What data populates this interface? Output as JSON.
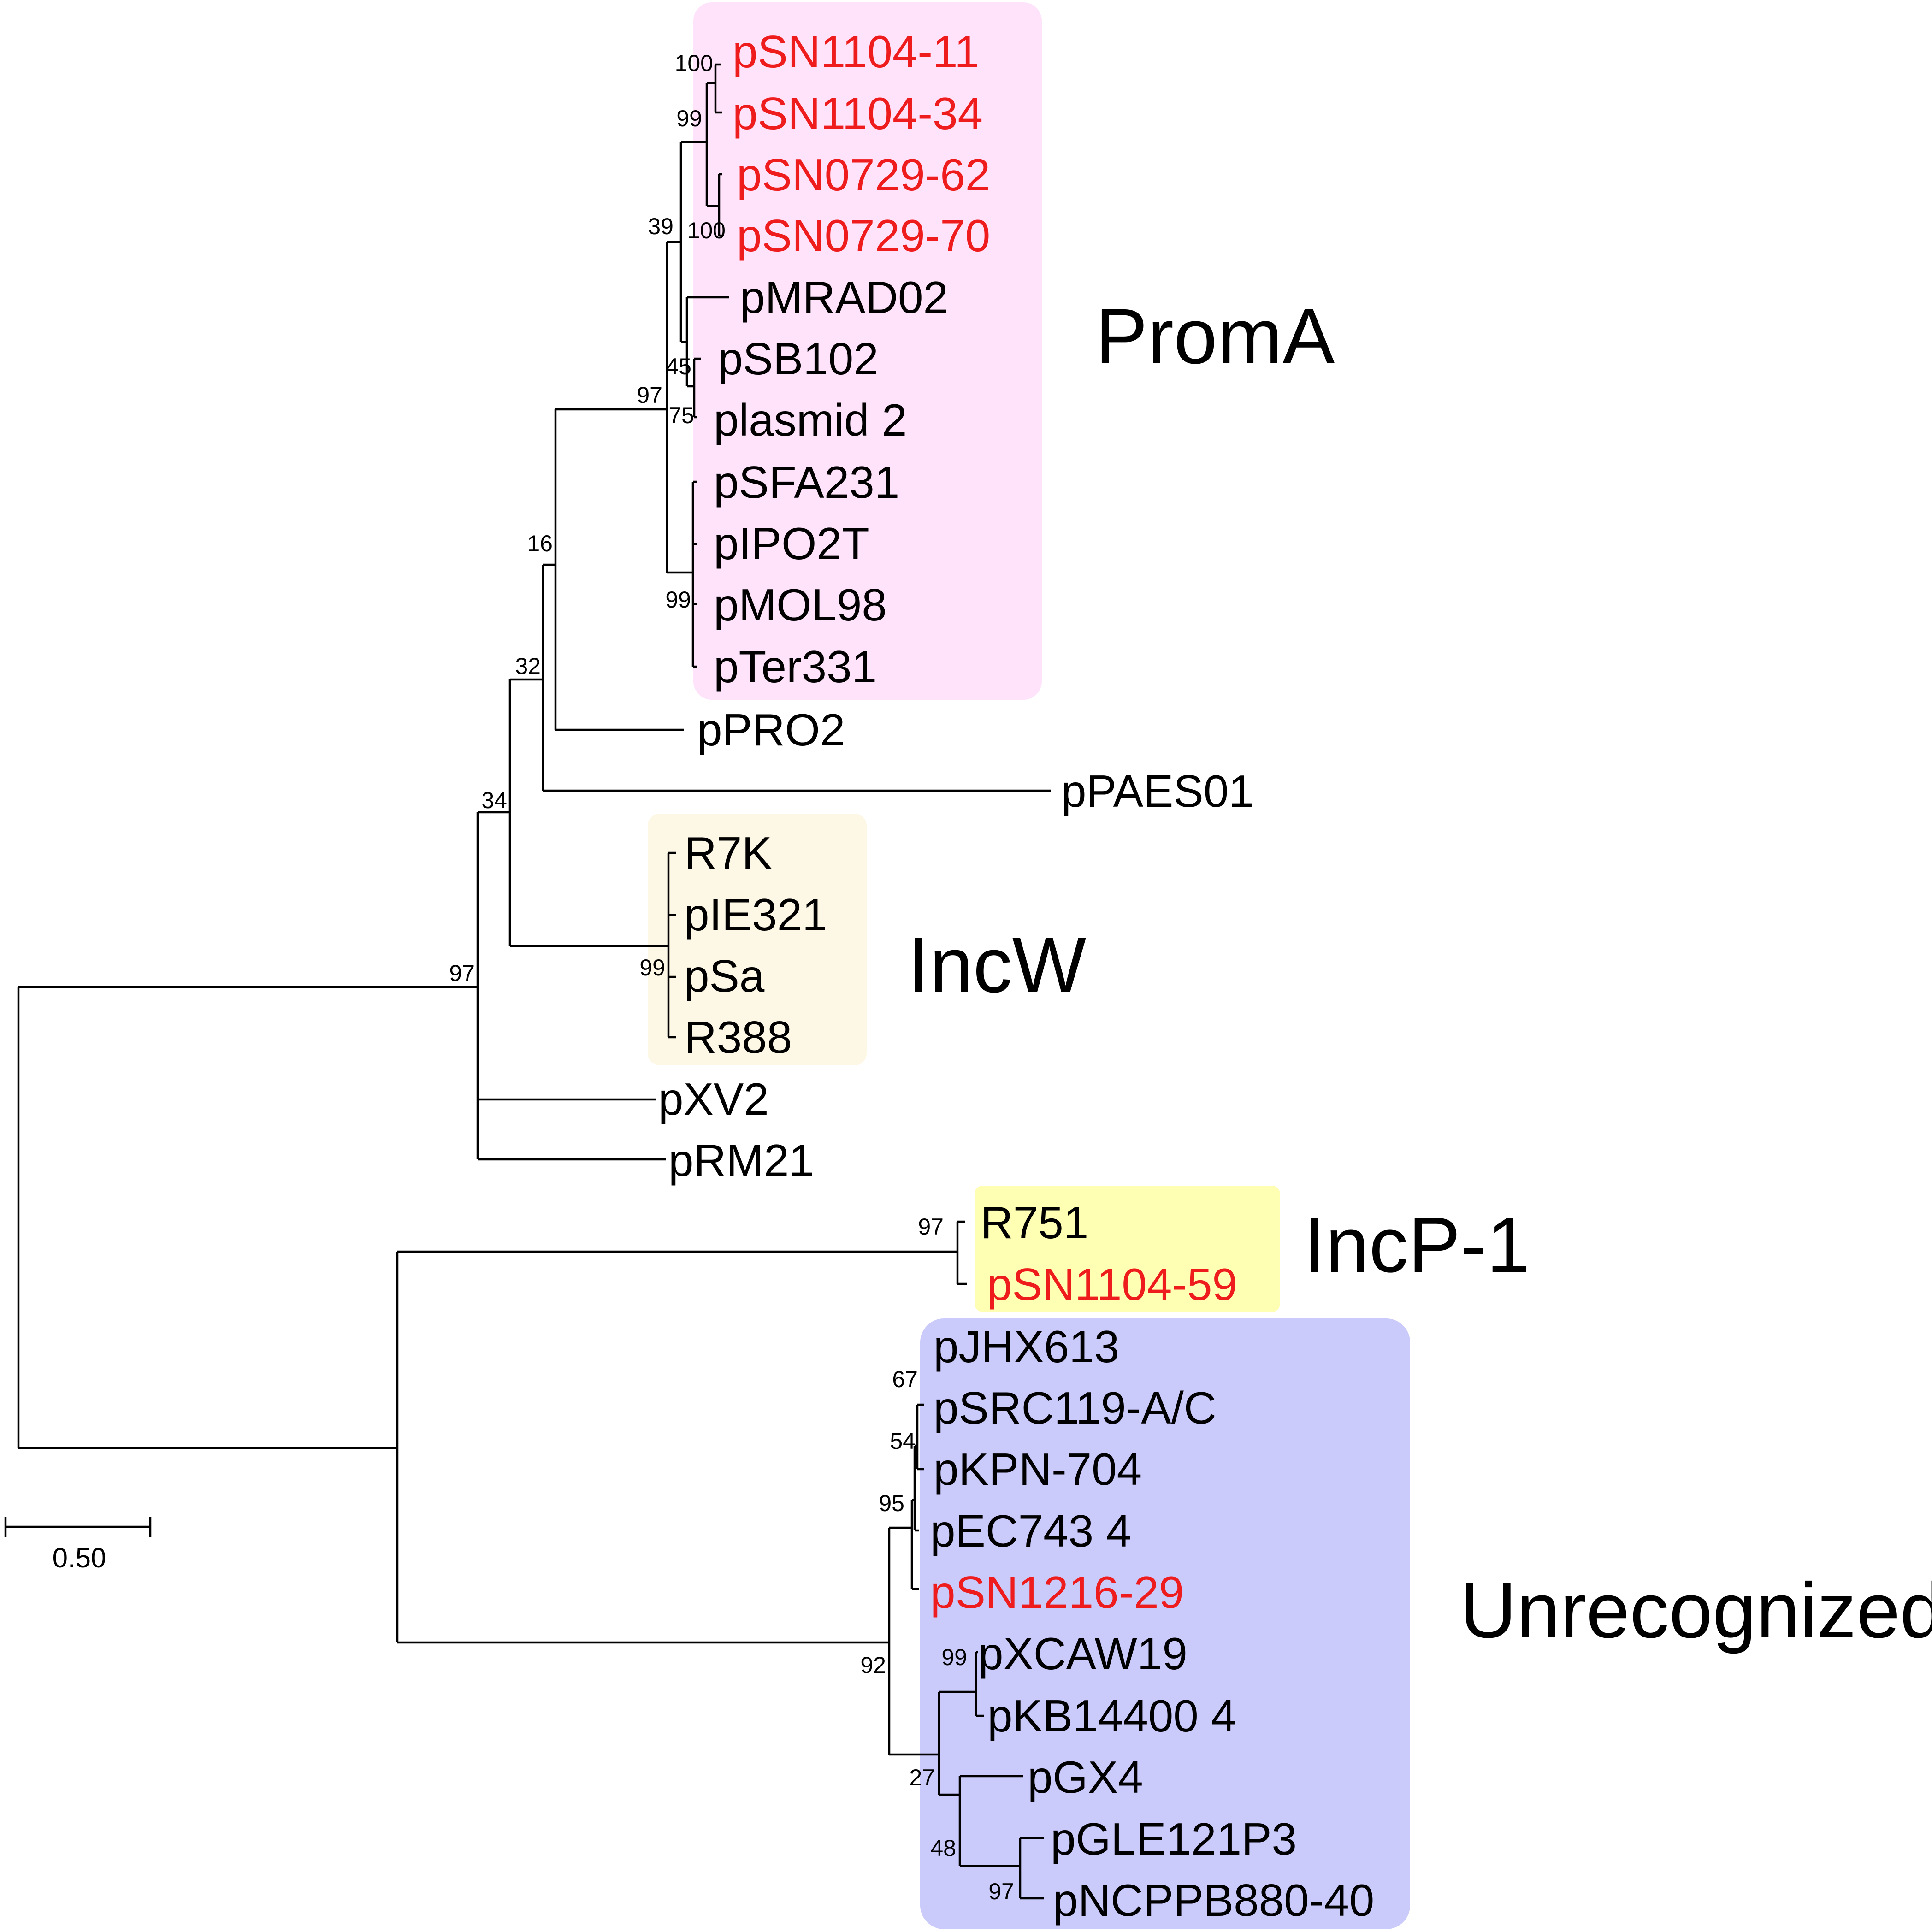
{
  "colors": {
    "highlight": "#ee1c1c",
    "normal": "#000000",
    "proma_bg": "#ffe3fb",
    "incw_bg": "#fdf7e6",
    "incp1_bg": "#ffffb4",
    "unrecognized_bg": "#cacafb"
  },
  "groups": {
    "proma": "PromA",
    "incw": "IncW",
    "incp1": "IncP-1",
    "unrecognized": "Unrecognized"
  },
  "taxa": [
    {
      "label": "pSN1104-11",
      "highlight": true
    },
    {
      "label": "pSN1104-34",
      "highlight": true
    },
    {
      "label": "pSN0729-62",
      "highlight": true
    },
    {
      "label": "pSN0729-70",
      "highlight": true
    },
    {
      "label": "pMRAD02",
      "highlight": false
    },
    {
      "label": "pSB102",
      "highlight": false
    },
    {
      "label": "plasmid 2",
      "highlight": false
    },
    {
      "label": "pSFA231",
      "highlight": false
    },
    {
      "label": "pIPO2T",
      "highlight": false
    },
    {
      "label": "pMOL98",
      "highlight": false
    },
    {
      "label": "pTer331",
      "highlight": false
    },
    {
      "label": "pPRO2",
      "highlight": false
    },
    {
      "label": "pPAES01",
      "highlight": false
    },
    {
      "label": "R7K",
      "highlight": false
    },
    {
      "label": "pIE321",
      "highlight": false
    },
    {
      "label": "pSa",
      "highlight": false
    },
    {
      "label": "R388",
      "highlight": false
    },
    {
      "label": "pXV2",
      "highlight": false
    },
    {
      "label": "pRM21",
      "highlight": false
    },
    {
      "label": "R751",
      "highlight": false
    },
    {
      "label": "pSN1104-59",
      "highlight": true
    },
    {
      "label": "pJHX613",
      "highlight": false
    },
    {
      "label": "pSRC119-A/C",
      "highlight": false
    },
    {
      "label": "pKPN-704",
      "highlight": false
    },
    {
      "label": "pEC743 4",
      "highlight": false
    },
    {
      "label": "pSN1216-29",
      "highlight": true
    },
    {
      "label": "pXCAW19",
      "highlight": false
    },
    {
      "label": "pKB14400 4",
      "highlight": false
    },
    {
      "label": "pGX4",
      "highlight": false
    },
    {
      "label": "pGLE121P3",
      "highlight": false
    },
    {
      "label": "pNCPPB880-40",
      "highlight": false
    }
  ],
  "bootstrap": [
    "100",
    "99",
    "100",
    "39",
    "45",
    "75",
    "97",
    "99",
    "16",
    "32",
    "34",
    "97",
    "99",
    "97",
    "67",
    "54",
    "95",
    "92",
    "99",
    "27",
    "48",
    "97"
  ],
  "scale": {
    "label": "0.50",
    "value": 0.5
  }
}
